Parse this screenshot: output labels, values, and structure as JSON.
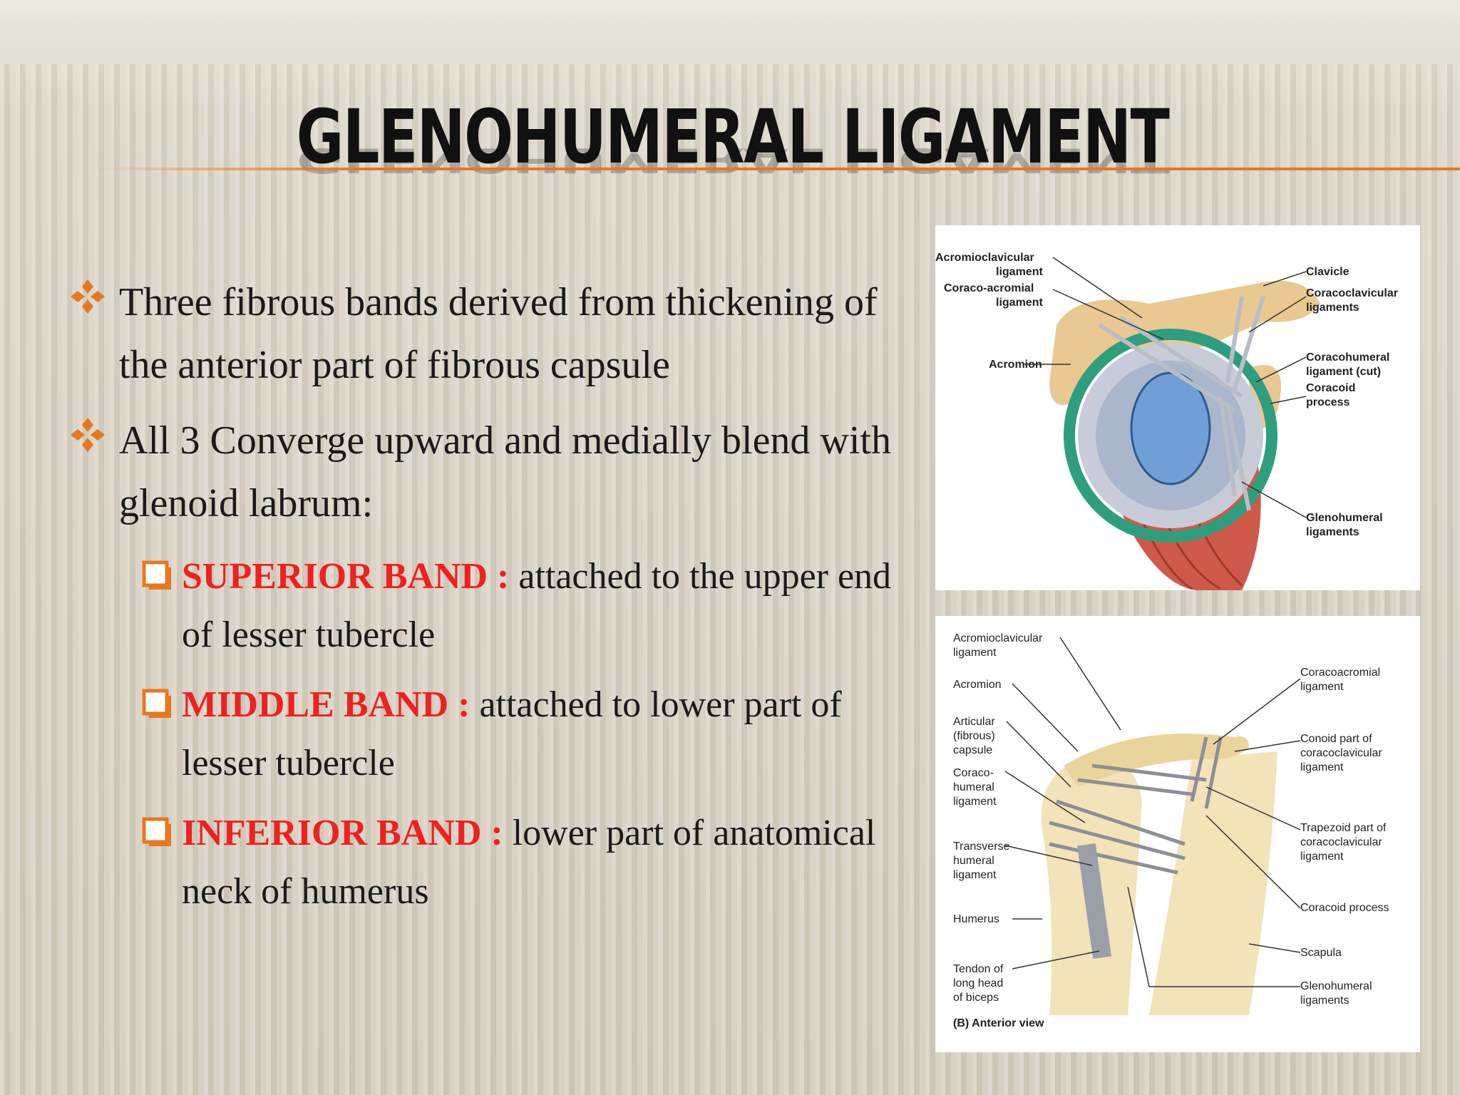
{
  "slide": {
    "title": "GLENOHUMERAL LIGAMENT",
    "bullets": [
      "Three fibrous bands derived from thickening of the anterior part of fibrous capsule",
      "All  3 Converge upward and medially blend with glenoid labrum:"
    ],
    "bands": [
      {
        "label": "SUPERIOR BAND :",
        "text": " attached to the upper end of lesser tubercle"
      },
      {
        "label": "MIDDLE BAND :",
        "text": " attached to lower part of lesser tubercle"
      },
      {
        "label": "INFERIOR BAND :",
        "text": "  lower part of anatomical neck of humerus"
      }
    ]
  },
  "figure_top": {
    "labels": {
      "acromioclavicular": [
        "Acromioclavicular",
        "ligament"
      ],
      "coracoacromial": [
        "Coraco-acromial",
        "ligament"
      ],
      "acromion": "Acromion",
      "clavicle": "Clavicle",
      "coracoclavicular": [
        "Coracoclavicular",
        "ligaments"
      ],
      "coracohumeral": [
        "Coracohumeral",
        "ligament (cut)"
      ],
      "coracoid": [
        "Coracoid",
        "process"
      ],
      "glenohumeral": [
        "Glenohumeral",
        "ligaments"
      ]
    }
  },
  "figure_bottom": {
    "labels": {
      "acromioclavicular": [
        "Acromioclavicular",
        "ligament"
      ],
      "acromion": "Acromion",
      "articular": [
        "Articular",
        "(fibrous)",
        "capsule"
      ],
      "coracohumeral": [
        "Coraco-",
        "humeral",
        "ligament"
      ],
      "transverse": [
        "Transverse",
        "humeral",
        "ligament"
      ],
      "humerus": "Humerus",
      "tendon": [
        "Tendon of",
        "long head",
        "of biceps"
      ],
      "view": "(B) Anterior view",
      "coracoacromial": [
        "Coracoacromial",
        "ligament"
      ],
      "conoid": [
        "Conoid part of",
        "coracoclavicular",
        "ligament"
      ],
      "trapezoid": [
        "Trapezoid part of",
        "coracoclavicular",
        "ligament"
      ],
      "coracoid": "Coracoid process",
      "scapula": "Scapula",
      "glenohumeral": [
        "Glenohumeral",
        "ligaments"
      ]
    }
  },
  "colors": {
    "accent": "#e8781e",
    "band_label": "#ef2020",
    "text": "#1a1a1a"
  }
}
